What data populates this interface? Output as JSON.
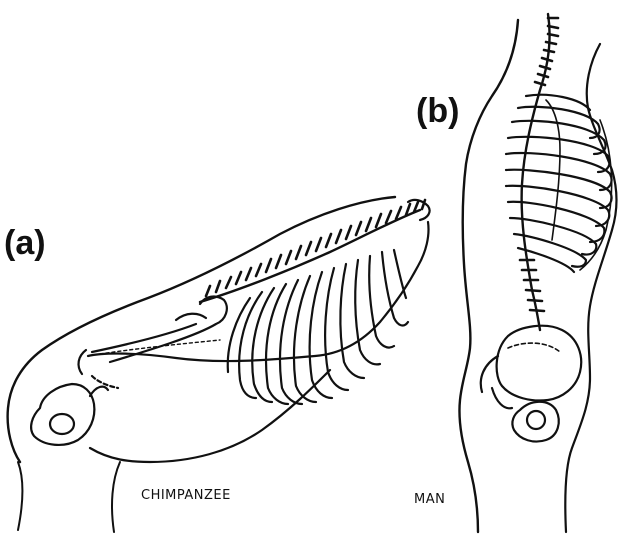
{
  "labels": {
    "panel_a": "(a)",
    "panel_b": "(b)"
  },
  "captions": {
    "chimpanzee": "CHIMPANZEE",
    "man": "MAN"
  },
  "colors": {
    "ink": "#111111",
    "paper": "#ffffff"
  }
}
